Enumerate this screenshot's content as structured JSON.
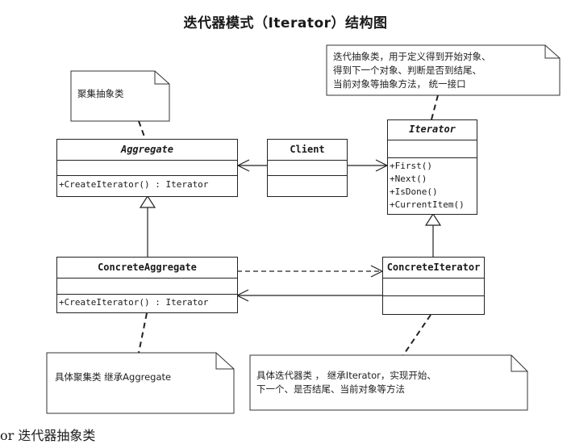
{
  "title": "迭代器模式（Iterator）结构图",
  "classes": {
    "aggregate": {
      "name": "Aggregate",
      "ops": [
        "+CreateIterator() : Iterator"
      ]
    },
    "client": {
      "name": "Client"
    },
    "iterator": {
      "name": "Iterator",
      "ops": [
        "+First()",
        "+Next()",
        "+IsDone()",
        "+CurrentItem()"
      ]
    },
    "concrete_aggregate": {
      "name": "ConcreteAggregate",
      "ops": [
        "+CreateIterator() : Iterator"
      ]
    },
    "concrete_iterator": {
      "name": "ConcreteIterator"
    }
  },
  "notes": {
    "aggregate": [
      "聚集抽象类"
    ],
    "iterator": [
      "迭代抽象类，用于定义得到开始对象、",
      "得到下一个对象、判断是否到结尾、",
      "当前对象等抽象方法， 统一接口"
    ],
    "concrete_aggregate": [
      "具体聚集类 继承Aggregate"
    ],
    "concrete_iterator": [
      "具体迭代器类 ， 继承Iterator，实现开始、",
      "下一个、是否结尾、当前对象等方法"
    ]
  },
  "footer": "or 迭代器抽象类"
}
